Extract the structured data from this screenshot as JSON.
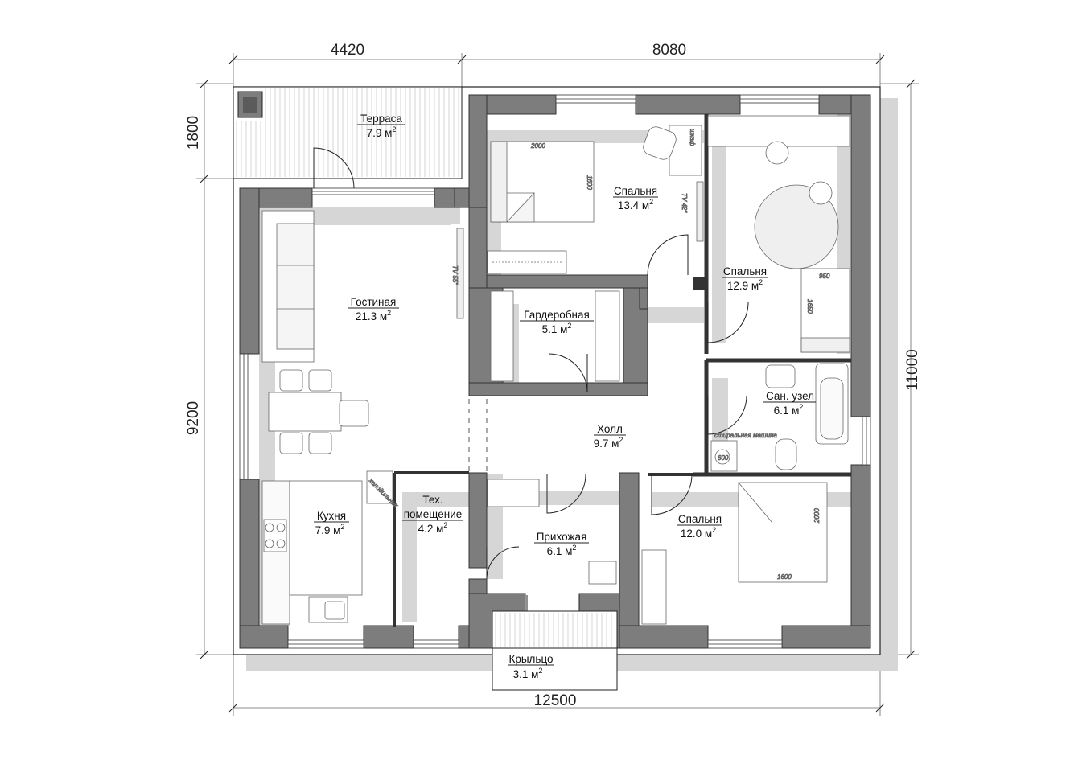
{
  "dimensions": {
    "top_left": "4420",
    "top_right": "8080",
    "left_top": "1800",
    "left_bottom": "9200",
    "right": "11000",
    "bottom": "12500"
  },
  "rooms": [
    {
      "id": "terrace",
      "name": "Терраса",
      "area": "7.9 м"
    },
    {
      "id": "living",
      "name": "Гостиная",
      "area": "21.3 м"
    },
    {
      "id": "bedroom1",
      "name": "Спальня",
      "area": "13.4 м"
    },
    {
      "id": "bedroom2",
      "name": "Спальня",
      "area": "12.9 м"
    },
    {
      "id": "wardrobe",
      "name": "Гардеробная",
      "area": "5.1 м"
    },
    {
      "id": "bathroom",
      "name": "Сан. узел",
      "area": "6.1 м"
    },
    {
      "id": "hall",
      "name": "Холл",
      "area": "9.7 м"
    },
    {
      "id": "kitchen",
      "name": "Кухня",
      "area": "7.9 м"
    },
    {
      "id": "tech",
      "name": "Тех.",
      "name2": "помещение",
      "area": "4.2 м"
    },
    {
      "id": "entry",
      "name": "Прихожая",
      "area": "6.1 м"
    },
    {
      "id": "bedroom3",
      "name": "Спальня",
      "area": "12.0 м"
    },
    {
      "id": "porch",
      "name": "Крыльцо",
      "area": "3.1 м"
    }
  ],
  "area_unit_sup": "2",
  "furniture_labels": {
    "bed1_len": "2000",
    "bed1_wid": "1600",
    "bed2_len": "950",
    "bed2_wid": "1650",
    "bed3_len": "2000",
    "bed3_wid": "1600",
    "tv1": "TV 42\"",
    "tv2": "TV 55\"",
    "wardrobe_label": "шкаф",
    "washer": "стиральная машина",
    "washer_size": "600",
    "fridge": "холодильник"
  }
}
